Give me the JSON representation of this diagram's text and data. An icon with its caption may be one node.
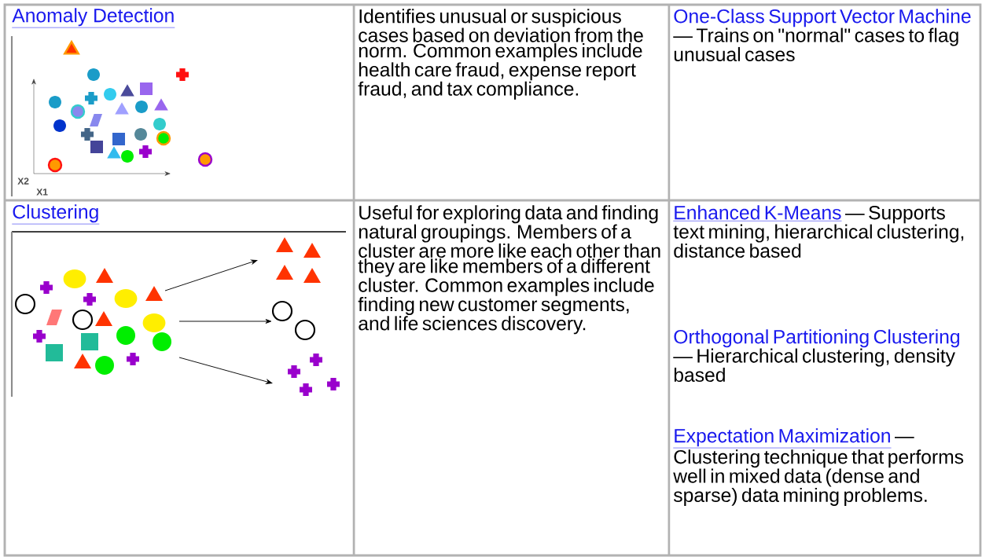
{
  "diagram": {
    "labels": [
      "Anomaly Detection",
      "X2",
      "X1",
      "Identifies unusual or suspicious cases based on deviation from the norm. Common examples include health care fraud, expense report fraud, and tax compliance.",
      "One-Class Support Vector Machine",
      "— Trains on \"normal\" cases to flag unusual cases",
      "Clustering",
      "Useful for exploring data and finding natural groupings. Members of a cluster are more like each other than they are like members of a different cluster. Common examples include finding new customer segments, and life sciences discovery.",
      "Enhanced K-Means",
      "— Supports text mining, hierarchical clustering, distance based",
      "Orthogonal Partitioning Clustering",
      "— Hierarchical clustering, density based",
      "Expectation Maximization",
      "— Clustering technique that performs well in mixed data (dense and sparse) data mining problems."
    ]
  }
}
